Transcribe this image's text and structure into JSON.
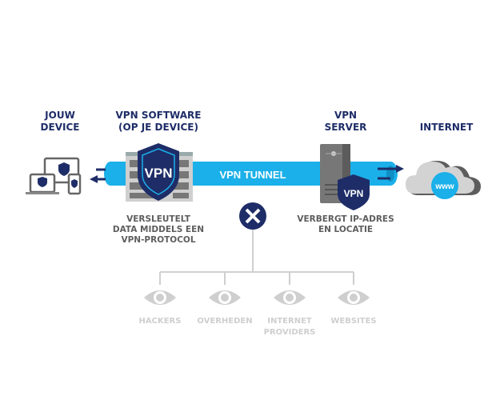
{
  "labels": {
    "device_line1": "JOUW",
    "device_line2": "DEVICE",
    "software_line1": "VPN SOFTWARE",
    "software_line2": "(OP JE DEVICE)",
    "server_line1": "VPN",
    "server_line2": "SERVER",
    "internet": "INTERNET",
    "tunnel": "VPN TUNNEL",
    "software_desc": [
      "VERSLEUTELT",
      "DATA MIDDELS EEN",
      "VPN-PROTOCOL"
    ],
    "server_desc": [
      "VERBERGT IP-ADRES",
      "EN LOCATIE"
    ],
    "vpn_badge": "VPN",
    "www": "www"
  },
  "observers": [
    {
      "label1": "HACKERS",
      "label2": ""
    },
    {
      "label1": "OVERHEDEN",
      "label2": ""
    },
    {
      "label1": "INTERNET",
      "label2": "PROVIDERS"
    },
    {
      "label1": "WEBSITES",
      "label2": ""
    }
  ],
  "colors": {
    "navy": "#1e2d68",
    "tunnel": "#1bb0e9",
    "gray": "#5d5d5d",
    "light": "#cfcfcf"
  }
}
